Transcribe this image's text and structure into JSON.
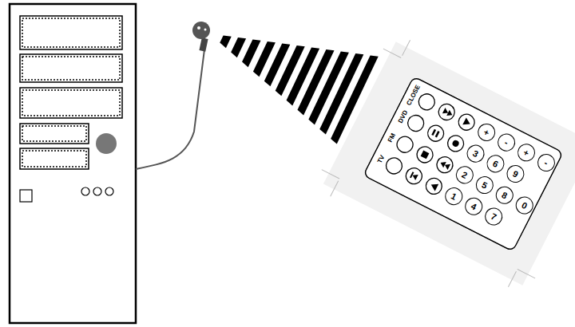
{
  "diagram": {
    "nodes": [
      {
        "text": [
          "+"
        ]
      },
      {
        "text": [
          "-"
        ]
      },
      {
        "text": [
          "+"
        ]
      },
      {
        "text": [
          "-"
        ]
      },
      {
        "text": [
          "3"
        ]
      },
      {
        "text": [
          "6"
        ]
      },
      {
        "text": [
          "9"
        ]
      },
      {
        "text": [
          "2"
        ]
      },
      {
        "text": [
          "5"
        ]
      },
      {
        "text": [
          "8"
        ]
      },
      {
        "text": [
          "0"
        ]
      },
      {
        "text": [
          "1"
        ]
      },
      {
        "text": [
          "4"
        ]
      },
      {
        "text": [
          "7"
        ]
      }
    ],
    "labels": [
      "CLOSE",
      "DVD",
      "FM",
      "TV"
    ]
  }
}
